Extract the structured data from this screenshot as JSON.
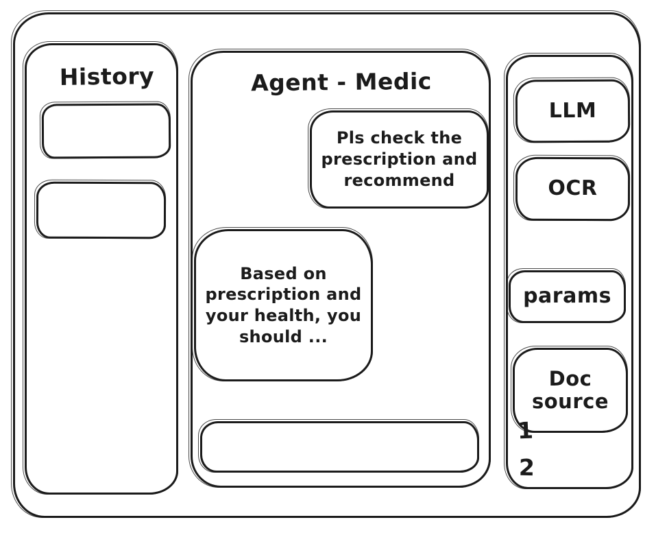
{
  "window": {
    "colors": {
      "stroke": "#1b1b1b",
      "canvas": "#ffffff"
    }
  },
  "sidebar": {
    "title": "History",
    "items": [
      {
        "label": ""
      },
      {
        "label": ""
      }
    ]
  },
  "chat": {
    "title": "Agent - Medic",
    "messages": [
      {
        "role": "user",
        "text": "Pls check the prescription and recommend"
      },
      {
        "role": "assistant",
        "text": "Based on prescription and your health, you should ..."
      }
    ],
    "input": {
      "value": "",
      "placeholder": ""
    }
  },
  "tools": {
    "llm_label": "LLM",
    "ocr_label": "OCR",
    "params_label": "params",
    "doc_source_label": "Doc source",
    "doc_source_items": [
      "1",
      "2"
    ]
  }
}
